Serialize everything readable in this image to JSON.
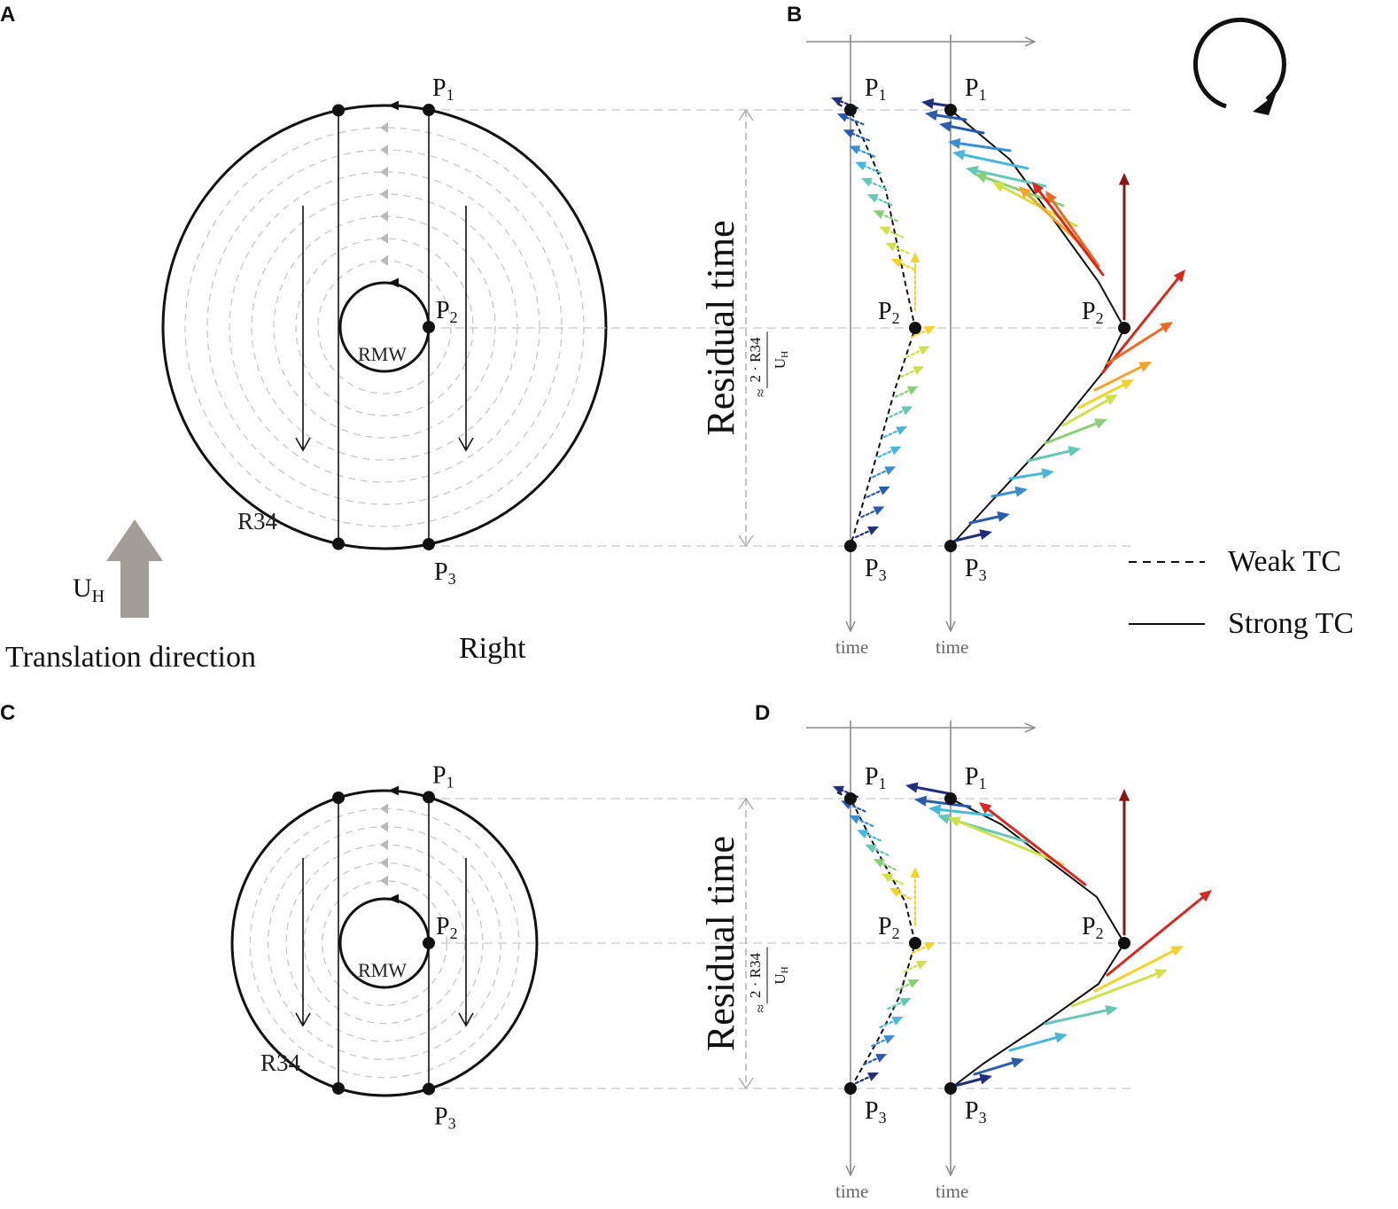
{
  "panels": {
    "a": "A",
    "b": "B",
    "c": "C",
    "d": "D"
  },
  "points": {
    "p": "P",
    "s1": "1",
    "s2": "2",
    "s3": "3"
  },
  "labels": {
    "rmw": "RMW",
    "r34": "R34",
    "uh_main": "U",
    "uh_sub": "H",
    "translation": "Translation direction",
    "right": "Right",
    "residual": "Residual time",
    "approx": "≈",
    "frac_num": "2 · R34",
    "frac_den_main": "U",
    "frac_den_sub": "H",
    "time": "time"
  },
  "legend": [
    {
      "label": "Weak TC",
      "style": "dashed"
    },
    {
      "label": "Strong TC",
      "style": "solid"
    }
  ],
  "colors": {
    "ink": "#111111",
    "grid": "#c8c8c8",
    "axis": "#8a8a8a",
    "arrow_big": "#a39d98",
    "palette": [
      "#1f2f7a",
      "#2a5caa",
      "#3a8fd0",
      "#48b8d8",
      "#66c8b4",
      "#8ccf7a",
      "#cfe04a",
      "#f5d22a",
      "#f4a528",
      "#ec6a24",
      "#d42a20",
      "#8b1414"
    ]
  }
}
